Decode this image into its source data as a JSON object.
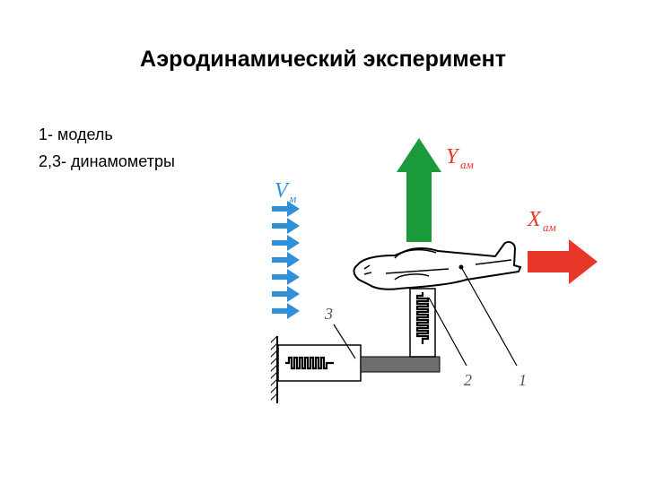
{
  "title": "Аэродинамический эксперимент",
  "legend": {
    "line1": "1- модель",
    "line2": "2,3- динамометры"
  },
  "diagram": {
    "lift_label": "Y",
    "lift_subscript": "aм",
    "drag_label": "X",
    "drag_subscript": "aм",
    "velocity_label": "V",
    "velocity_subscript": "м",
    "callout_1": "1",
    "callout_2": "2",
    "callout_3": "3",
    "colors": {
      "lift_arrow": "#1a9a3a",
      "drag_arrow": "#e8362a",
      "flow_arrows": "#2f8fd8",
      "labels": "#e8362a",
      "frame": "#000000"
    }
  }
}
